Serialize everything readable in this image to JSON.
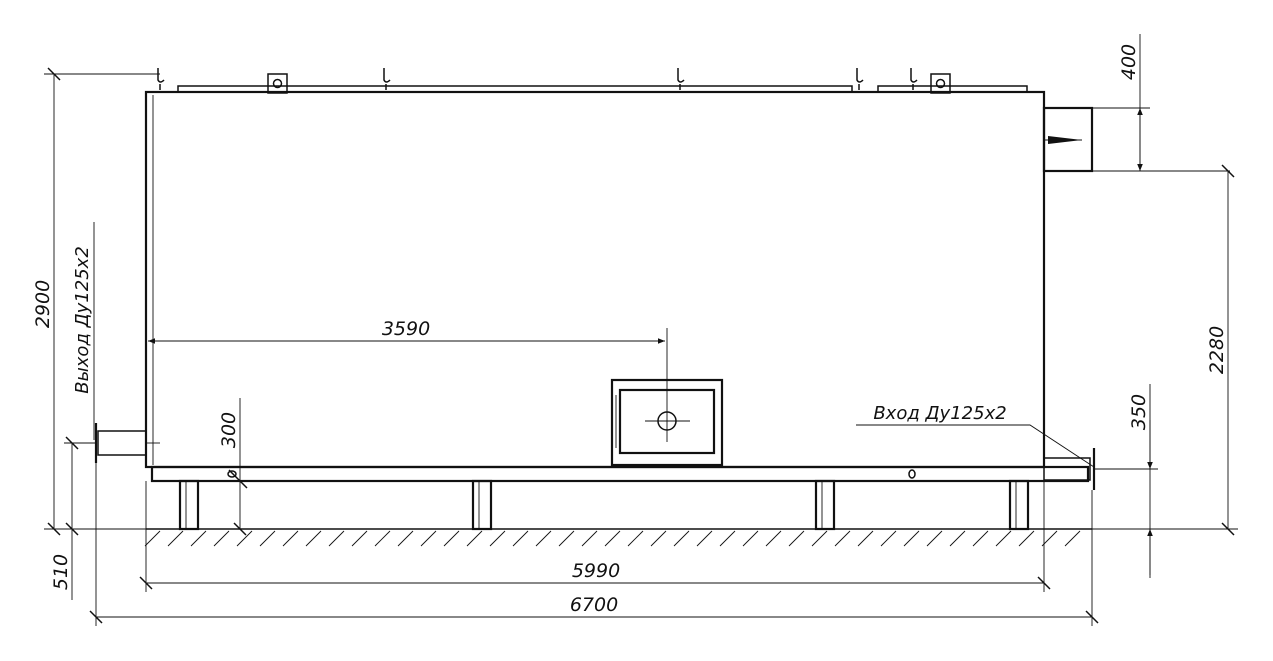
{
  "dimensions": {
    "total_height": "2900",
    "burner_offset": "3590",
    "top_outlet": "400",
    "outlet_height": "2280",
    "inlet_height": "350",
    "base_height": "510",
    "bottom_offset": "300",
    "frame_length": "5990",
    "overall_length": "6700"
  },
  "labels": {
    "outlet": "Выход Ду125х2",
    "inlet": "Вход Ду125х2"
  }
}
